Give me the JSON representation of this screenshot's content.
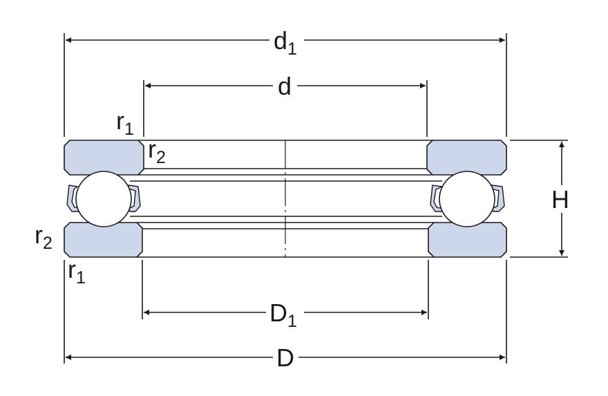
{
  "diagram": {
    "dimensions": {
      "d1": {
        "base": "d",
        "sub": "1"
      },
      "d": {
        "base": "d",
        "sub": ""
      },
      "D1": {
        "base": "D",
        "sub": "1"
      },
      "D": {
        "base": "D",
        "sub": ""
      },
      "H": {
        "base": "H",
        "sub": ""
      }
    },
    "radii": {
      "r1_top": {
        "base": "r",
        "sub": "1"
      },
      "r2_top": {
        "base": "r",
        "sub": "2"
      },
      "r2_bottom": {
        "base": "r",
        "sub": "2"
      },
      "r1_bottom": {
        "base": "r",
        "sub": "1"
      }
    }
  },
  "colors": {
    "washer_fill": "#ccd7ec",
    "line": "#1a1a1a",
    "ball_fill": "#ffffff",
    "cage_fill": "#ccd7ec",
    "background": "#ffffff"
  }
}
